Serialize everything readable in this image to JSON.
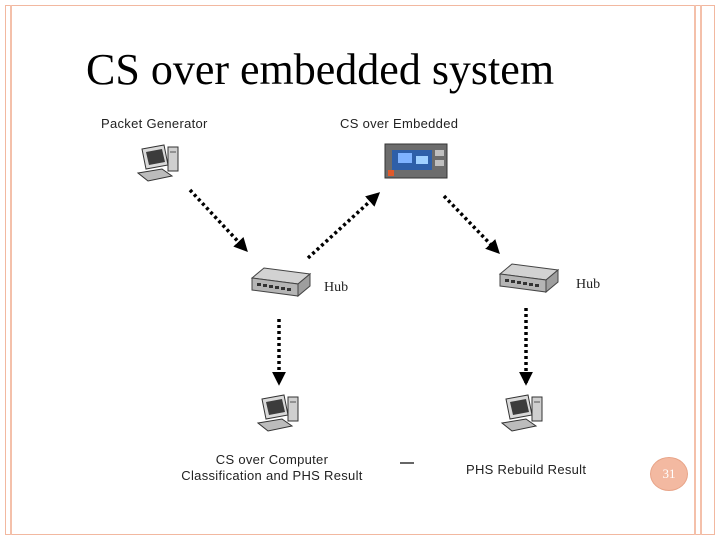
{
  "slide": {
    "title": "CS over embedded system",
    "page_number": "31"
  },
  "diagram": {
    "labels": {
      "packet_generator": "Packet Generator",
      "cs_over_embedded": "CS over Embedded",
      "hub_left": "Hub",
      "hub_right": "Hub",
      "cs_over_computer_line1": "CS over Computer",
      "cs_over_computer_line2": "Classification and PHS Result",
      "phs_rebuild": "PHS  Rebuild Result"
    },
    "icons": [
      "computer-icon",
      "embedded-board-icon",
      "hub-icon"
    ]
  },
  "colors": {
    "border": "#f2b8a0",
    "page_badge": "#f3b9a1",
    "board_blue": "#2e5fa8"
  }
}
